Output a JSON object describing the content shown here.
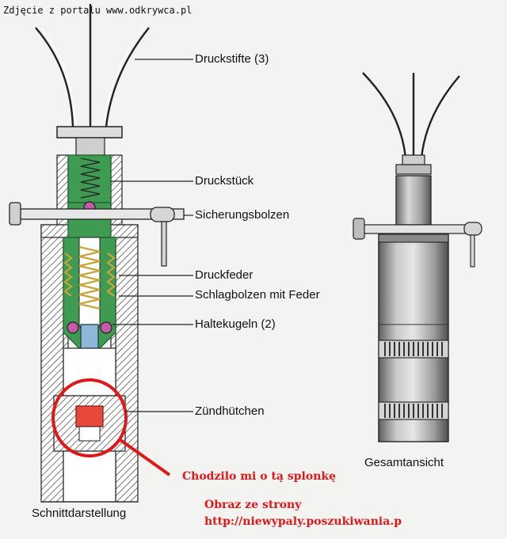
{
  "header": {
    "credit": "Zdjęcie z portalu www.odkrywca.pl"
  },
  "labels": {
    "druckstifte": "Druckstifte (3)",
    "druckstueck": "Druckstück",
    "sicherungsbolzen": "Sicherungsbolzen",
    "druckfeder": "Druckfeder",
    "schlagbolzen": "Schlagbolzen mit Feder",
    "haltekugeln": "Haltekugeln (2)",
    "zuendhuetchen": "Zündhütchen",
    "gesamtansicht": "Gesamtansicht",
    "schnittdarstellung": "Schnittdarstellung"
  },
  "annotations": {
    "note": "Chodzilo mi o tą splonkę",
    "source_line1": "Obraz ze strony",
    "source_line2": "http://niewypaly.poszukiwania.p"
  },
  "colors": {
    "green": "#3f9a52",
    "highlight": "#e01818",
    "primer": "#e8483a",
    "ball": "#c45aa8",
    "spring": "#d8b84a",
    "body_gray": "#9a9a9a",
    "hatch": "#555555"
  }
}
